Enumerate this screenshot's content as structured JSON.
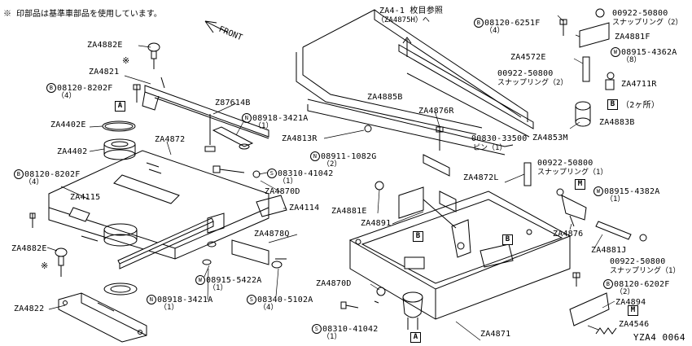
{
  "note": "※ 印部品は基準車部品を使用しています。",
  "figure_id": "YZA4 0064",
  "direction": "FRONT",
  "marker": "※",
  "labels": [
    {
      "id": "za4882e_top",
      "text": "ZA4882E"
    },
    {
      "id": "za4821",
      "text": "ZA4821"
    },
    {
      "id": "b08120_8202f_a",
      "prefix": "B",
      "text": "08120-8202F",
      "sub": "（4）"
    },
    {
      "id": "za4402e",
      "text": "ZA4402E"
    },
    {
      "id": "za4402",
      "text": "ZA4402"
    },
    {
      "id": "za4872",
      "text": "ZA4872"
    },
    {
      "id": "b08120_8202f_b",
      "prefix": "B",
      "text": "08120-8202F",
      "sub": "（4）"
    },
    {
      "id": "za4115",
      "text": "ZA4115"
    },
    {
      "id": "za4882e_bot",
      "text": "ZA4882E"
    },
    {
      "id": "za4822",
      "text": "ZA4822"
    },
    {
      "id": "z87614b",
      "text": "Z87614B"
    },
    {
      "id": "n08918_3421a_top",
      "prefix": "N",
      "text": "08918-3421A",
      "sub": "（1）"
    },
    {
      "id": "s08310_41042_mid",
      "prefix": "S",
      "text": "08310-41042",
      "sub": "（1）"
    },
    {
      "id": "za4870d_mid",
      "text": "ZA4870D"
    },
    {
      "id": "za4114",
      "text": "ZA4114"
    },
    {
      "id": "za4878q",
      "text": "ZA4878Q"
    },
    {
      "id": "w08915_5422a",
      "prefix": "W",
      "text": "08915-5422A",
      "sub": "（1）"
    },
    {
      "id": "n08918_3421a_bot",
      "prefix": "N",
      "text": "08918-3421A",
      "sub": "（1）"
    },
    {
      "id": "s08340_5102a",
      "prefix": "S",
      "text": "08340-5102A",
      "sub": "（4）"
    },
    {
      "id": "za4_1",
      "text": "ZA4-1 枚目参照",
      "sub": "（ZA4875H）へ"
    },
    {
      "id": "za4885b",
      "text": "ZA4885B"
    },
    {
      "id": "za4813r",
      "text": "ZA4813R"
    },
    {
      "id": "za4876r",
      "text": "ZA4876R"
    },
    {
      "id": "n08911_1082g",
      "prefix": "N",
      "text": "08911-1082G",
      "sub": "（2）"
    },
    {
      "id": "za4881e",
      "text": "ZA4881E"
    },
    {
      "id": "za4891",
      "text": "ZA4891"
    },
    {
      "id": "za4870d_bot",
      "text": "ZA4870D"
    },
    {
      "id": "s08310_41042_bot",
      "prefix": "S",
      "text": "08310-41042",
      "sub": "（1）"
    },
    {
      "id": "za4871",
      "text": "ZA4871"
    },
    {
      "id": "b08120_6251f",
      "prefix": "B",
      "text": "08120-6251F",
      "sub": "（4）"
    },
    {
      "id": "p00922_50800_a",
      "text": "00922-50800",
      "sub": "スナップリング（2）"
    },
    {
      "id": "za4881f",
      "text": "ZA4881F"
    },
    {
      "id": "za4572e",
      "text": "ZA4572E"
    },
    {
      "id": "w08915_4362a",
      "prefix": "W",
      "text": "08915-4362A",
      "sub": "（8）"
    },
    {
      "id": "p00922_50800_b",
      "text": "00922-50800",
      "sub": "スナップリング（2）"
    },
    {
      "id": "za4711r",
      "text": "ZA4711R"
    },
    {
      "id": "b_2kasho",
      "text": "（2ヶ所）"
    },
    {
      "id": "za4853m",
      "text": "ZA4853M"
    },
    {
      "id": "za4883b",
      "text": "ZA4883B"
    },
    {
      "id": "p00830_33500",
      "text": "00830-33500",
      "sub": "ピン（1）"
    },
    {
      "id": "za4872l",
      "text": "ZA4872L"
    },
    {
      "id": "p00922_50800_c",
      "text": "00922-50800",
      "sub": "スナップリング（1）"
    },
    {
      "id": "w08915_4382a",
      "prefix": "W",
      "text": "08915-4382A",
      "sub": "（1）"
    },
    {
      "id": "za4876",
      "text": "ZA4876"
    },
    {
      "id": "za4881j",
      "text": "ZA4881J"
    },
    {
      "id": "p00922_50800_d",
      "text": "00922-50800",
      "sub": "スナップリング（1）"
    },
    {
      "id": "b08120_6202f",
      "prefix": "B",
      "text": "08120-6202F",
      "sub": "（2）"
    },
    {
      "id": "za4894",
      "text": "ZA4894"
    },
    {
      "id": "za4546",
      "text": "ZA4546"
    }
  ],
  "ref_boxes": {
    "a": "A",
    "b": "B",
    "m": "M"
  }
}
